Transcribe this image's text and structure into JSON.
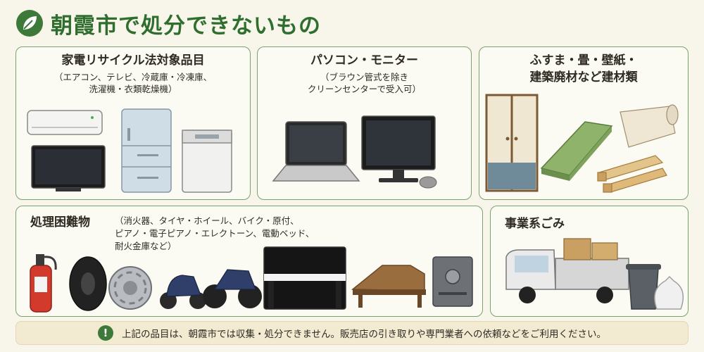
{
  "title": "朝霞市で処分できないもの",
  "panels": {
    "appliances": {
      "title": "家電リサイクル法対象品目",
      "subtitle_line1": "（エアコン、テレビ、冷蔵庫・冷凍庫、",
      "subtitle_line2": "洗濯機・衣類乾燥機）"
    },
    "pc": {
      "title": "パソコン・モニター",
      "subtitle_line1": "（ブラウン管式を除き",
      "subtitle_line2": "クリーンセンターで受入可）"
    },
    "building": {
      "title_line1": "ふすま・畳・壁紙・",
      "title_line2": "建築廃材など建材類"
    },
    "difficult": {
      "title": "処理困難物",
      "subtitle_line1": "（消火器、タイヤ・ホイール、バイク・原付、",
      "subtitle_line2": "ピアノ・電子ピアノ・エレクトーン、電動ベッド、",
      "subtitle_line3": "耐火金庫など）"
    },
    "business": {
      "title": "事業系ごみ"
    }
  },
  "notice": {
    "icon": "!",
    "text": "上記の品目は、朝霞市では収集・処分できません。販売店の引き取りや専門業者への依頼などをご利用ください。"
  },
  "colors": {
    "title_green": "#2f6e2f",
    "panel_border": "#7aa36b",
    "notice_bg": "#f3ead2"
  }
}
